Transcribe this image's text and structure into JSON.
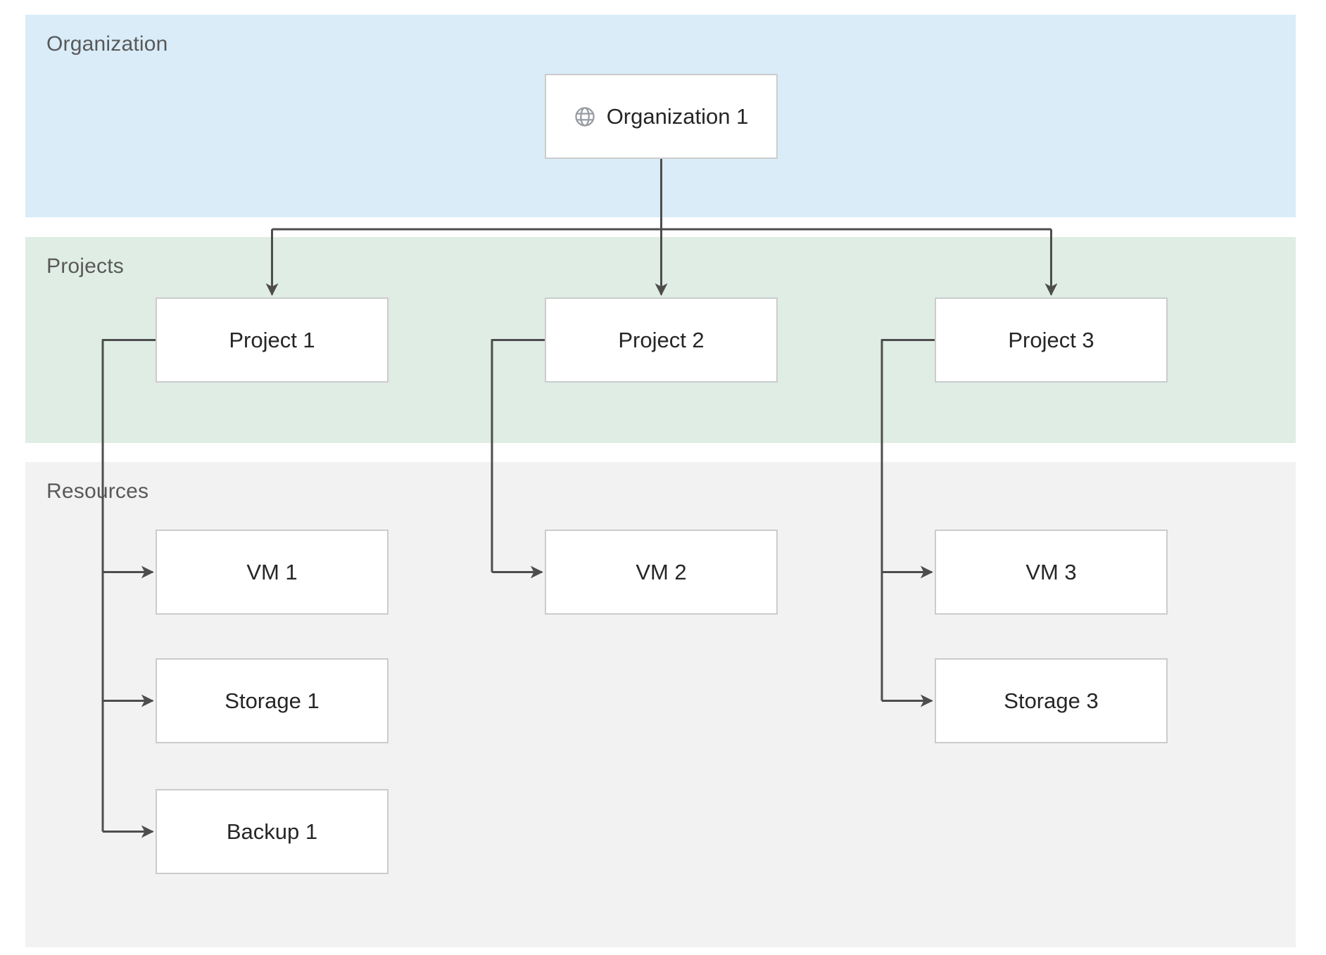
{
  "diagram": {
    "type": "hierarchy",
    "bands": {
      "organization": {
        "label": "Organization",
        "background": "#d9ecf8"
      },
      "projects": {
        "label": "Projects",
        "background": "#dfede5"
      },
      "resources": {
        "label": "Resources",
        "background": "#f2f2f2"
      }
    },
    "nodes": {
      "org1": {
        "label": "Organization 1",
        "icon": "globe-icon",
        "band": "organization"
      },
      "project1": {
        "label": "Project 1",
        "band": "projects"
      },
      "project2": {
        "label": "Project 2",
        "band": "projects"
      },
      "project3": {
        "label": "Project 3",
        "band": "projects"
      },
      "vm1": {
        "label": "VM 1",
        "band": "resources"
      },
      "storage1": {
        "label": "Storage 1",
        "band": "resources"
      },
      "backup1": {
        "label": "Backup 1",
        "band": "resources"
      },
      "vm2": {
        "label": "VM 2",
        "band": "resources"
      },
      "vm3": {
        "label": "VM 3",
        "band": "resources"
      },
      "storage3": {
        "label": "Storage 3",
        "band": "resources"
      }
    },
    "edges": [
      {
        "from": "Organization 1",
        "to": "Project 1"
      },
      {
        "from": "Organization 1",
        "to": "Project 2"
      },
      {
        "from": "Organization 1",
        "to": "Project 3"
      },
      {
        "from": "Project 1",
        "to": "VM 1"
      },
      {
        "from": "Project 1",
        "to": "Storage 1"
      },
      {
        "from": "Project 1",
        "to": "Backup 1"
      },
      {
        "from": "Project 2",
        "to": "VM 2"
      },
      {
        "from": "Project 3",
        "to": "VM 3"
      },
      {
        "from": "Project 3",
        "to": "Storage 3"
      }
    ],
    "colors": {
      "connector": "#4d4d4d",
      "node_border": "#cccccc",
      "node_background": "#ffffff",
      "node_text": "#262626",
      "band_label_text": "#595959",
      "globe_icon": "#979ca3"
    }
  }
}
